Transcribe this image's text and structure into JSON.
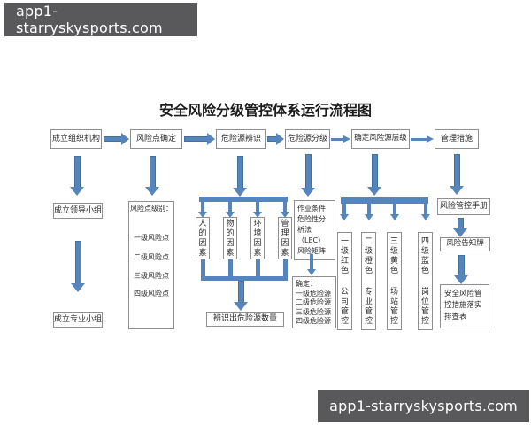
{
  "watermark": {
    "header": "app1-starryskysports.com",
    "footer": "app1-starryskysports.com"
  },
  "flowchart": {
    "title": "安全风险分级管控体系运行流程图",
    "top_row": [
      "成立组织机构",
      "风险点确定",
      "危险源辨识",
      "危险源分级",
      "确定风险源层级",
      "管理措施"
    ],
    "org_branch": {
      "leader": "成立领导小组",
      "professional": "成立专业小组"
    },
    "risk_point_levels": {
      "header": "风险点级别：",
      "items": [
        "一级风险点",
        "二级风险点",
        "三级风险点",
        "四级风险点"
      ]
    },
    "hazard_factors": [
      "人的因素",
      "物的因素",
      "环境因素",
      "管理因素"
    ],
    "identify_result": "辨识出危险源数量",
    "lec_method": "作业条件\n危险性分\n析法\n（LEC）\n风险矩阵",
    "hazard_determination": {
      "header": "确定：",
      "items": [
        "一级危险源",
        "二级危险源",
        "三级危险源",
        "四级危险源"
      ]
    },
    "control_levels": [
      {
        "level": "一级红色",
        "control": "公司管控"
      },
      {
        "level": "二级橙色",
        "control": "专业管控"
      },
      {
        "level": "三级黄色",
        "control": "场站管控"
      },
      {
        "level": "四级蓝色",
        "control": "岗位管控"
      }
    ],
    "management_docs": [
      "风险管控手册",
      "风险告知牌",
      "安全风险管控措施落实排查表"
    ]
  },
  "colors": {
    "arrow_fill": "#5585bb",
    "arrow_edge": "#41719c",
    "watermark_bg": "#59595b"
  }
}
